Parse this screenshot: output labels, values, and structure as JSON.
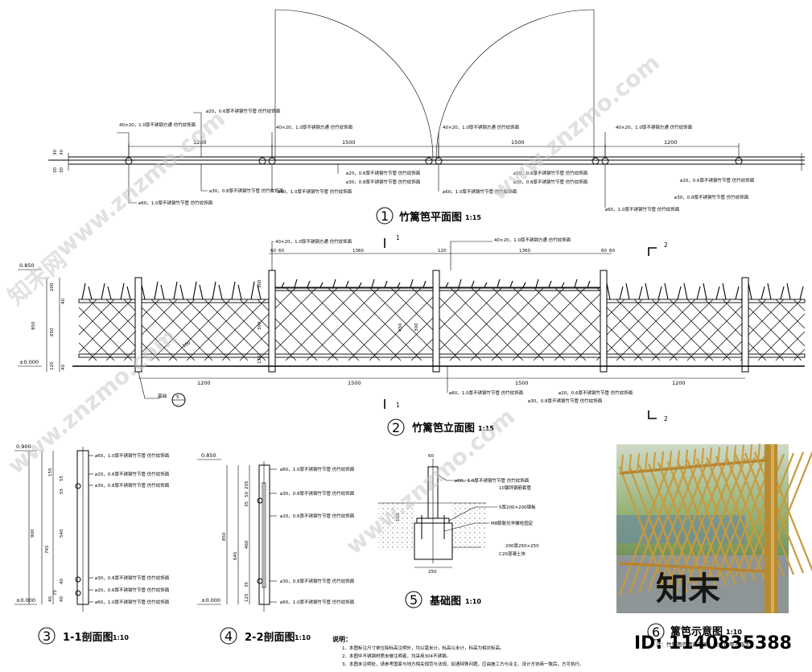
{
  "titles": {
    "plan": {
      "num": "1",
      "label": "竹篱笆平面图",
      "scale": "1:15"
    },
    "elevation": {
      "num": "2",
      "label": "竹篱笆立面图",
      "scale": "1:15"
    },
    "sec1": {
      "num": "3",
      "label": "1-1剖面图",
      "scale": "1:10"
    },
    "sec2": {
      "num": "4",
      "label": "2-2剖面图",
      "scale": "1:10"
    },
    "found": {
      "num": "5",
      "label": "基础图",
      "scale": "1:10"
    },
    "photo": {
      "num": "6",
      "label": "篱笆示意图",
      "scale": "1:10"
    }
  },
  "callouts": {
    "square_post": "40×20，1.0厚不锈钢方通 仿竹纹饰面",
    "pipe60_10": "⌀60，1.0厚不锈钢竹节管 仿竹纹饰面",
    "pipe20_06": "⌀20，0.6厚不锈钢竹节管 仿竹纹饰面",
    "pipe30_08": "⌀30，0.8厚不锈钢竹节管 仿竹纹饰面",
    "pipe60_10b": "⌀60，1.0厚不锈钢竹节管 仿竹纹饰面",
    "weld": "10镀锌钢筋套管",
    "plate": "5厚200×200钢板",
    "bolt": "M8膨胀化学螺栓固定",
    "block": "200厚250×250",
    "concrete": "C20混凝土块"
  },
  "plan_dims": [
    "1200",
    "1500",
    "1500",
    "1200"
  ],
  "plan_side_dims": [
    "30",
    "30",
    "30",
    "30"
  ],
  "elev_dims_top": [
    "60",
    "60",
    "1360",
    "120",
    "1360",
    "60",
    "60"
  ],
  "elev_dims_bottom": [
    "1200",
    "1500",
    "1500",
    "1200"
  ],
  "elev_levels": {
    "top": "0.850",
    "bottom": "±0.000"
  },
  "elev_left_dims": [
    "200",
    "40",
    "850",
    "650",
    "120",
    "40"
  ],
  "elev_inner": {
    "a": "300",
    "b": "300",
    "c": "120",
    "d": "450",
    "e": "300",
    "f": "100"
  },
  "section_marks": {
    "one": "1",
    "two": "2"
  },
  "foundation_ref": {
    "label": "基础",
    "num": "5",
    "sheet": "-"
  },
  "sec1": {
    "top": "0.900",
    "bottom": "±0.000",
    "dims": [
      "155",
      "55",
      "55",
      "40",
      "900",
      "540",
      "745",
      "40",
      "75",
      "40"
    ]
  },
  "sec2": {
    "top": "0.850",
    "bottom": "±0.000",
    "dims": [
      "205",
      "50",
      "35",
      "850",
      "460",
      "645",
      "35",
      "125"
    ]
  },
  "found_dims": {
    "top": "60",
    "depth": "150",
    "width": "250"
  },
  "notes": {
    "heading": "说明：",
    "items": [
      "1、本图标注尺寸单位除标高注明外，均以毫米计，标高以米计，标高为相对标高。",
      "2、本图中不锈钢材质未做注明者，均采用304不锈钢。",
      "3、本图未注明处，请参考国家与地方相关规范与法规，如遇特殊问题，应由施工方与业主、设计方协商一致后，方可执行。"
    ]
  },
  "photo_note": "注：竹篱笆可用此效果，样式由甲方指定。",
  "watermarks": {
    "site": "www.znzmo.com",
    "logo": "知末",
    "id": "ID: 1140835388",
    "cn": "知末网"
  }
}
